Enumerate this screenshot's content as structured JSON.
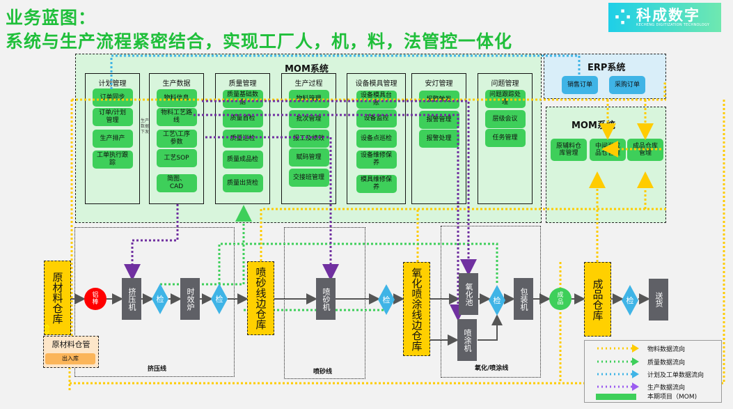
{
  "header": {
    "title_line1": "业务蓝图：",
    "title_line2": "系统与生产流程紧密结合，实现工厂人，机，料，法管控一体化"
  },
  "logo": {
    "name": "科成数字",
    "tagline": "KECHENG DIGITIZATION TECHNOLOGY"
  },
  "mom": {
    "title": "MOM系统",
    "side_note": "生产数据下发",
    "columns": [
      {
        "title": "计划管理",
        "items": [
          "订单同步",
          "订单/计划管理",
          "生产排产",
          "工单执行跟踪"
        ]
      },
      {
        "title": "生产数据",
        "items": [
          "物料信息",
          "物料工艺路线",
          "工艺\\工序参数",
          "工艺SOP",
          "简图、CAD"
        ]
      },
      {
        "title": "质量管理",
        "items": [
          "质量基础数据",
          "质量首检",
          "质量巡检",
          "质量成品检",
          "质量出货检"
        ]
      },
      {
        "title": "生产过程",
        "items": [
          "物料管理",
          "批次管理",
          "报工及绩效",
          "赋码管理",
          "交接班管理"
        ]
      },
      {
        "title": "设备模具管理",
        "items": [
          "设备模具台账",
          "设备监控",
          "设备点巡检",
          "设备维修保养",
          "模具维修保养"
        ]
      },
      {
        "title": "安灯管理",
        "items": [
          "报警触发",
          "报警管理",
          "报警处理"
        ]
      },
      {
        "title": "问题管理",
        "items": [
          "问题跟踪处理",
          "层级会议",
          "任务管理"
        ]
      }
    ]
  },
  "erp": {
    "title": "ERP系统",
    "items": [
      "销售订单",
      "采购订单"
    ]
  },
  "mom_wms": {
    "title": "MOM系统",
    "items": [
      "原辅料仓库管理",
      "中间半成品仓管理",
      "成品仓库管理"
    ]
  },
  "process": {
    "lines": [
      "挤压线",
      "喷砂线",
      "氧化/喷涂线"
    ],
    "raw_warehouse": "原材料仓库",
    "raw_mgmt": {
      "title": "原材料仓管",
      "button": "出入库"
    },
    "aluminum": "铝棒",
    "extruder": "挤压机",
    "inspect": "检",
    "aging_furnace": "时效炉",
    "sandblast_wh": "喷砂线边仓库",
    "sandblaster": "喷砂机",
    "oxidation_wh": "氧化喷涂线边仓库",
    "oxidation_tank": "氧化池",
    "sprayer": "喷涂机",
    "packer": "包装机",
    "finished": "成品",
    "finished_wh": "成品仓库",
    "delivery": "送货"
  },
  "legend": {
    "items": [
      {
        "label": "物料数据流向",
        "color": "#ffcc00"
      },
      {
        "label": "质量数据流向",
        "color": "#3ecf5a"
      },
      {
        "label": "计划及工单数据流向",
        "color": "#3fb4e6"
      },
      {
        "label": "生产数据流向",
        "color": "#9b5cf0"
      },
      {
        "label": "本期项目（MOM)",
        "color": "#3ecf5a"
      }
    ]
  },
  "colors": {
    "title": "#1fbf3a",
    "module": "#3ecf5a",
    "erp": "#3fb4e6",
    "warehouse": "#ffd000",
    "machine": "#5f6066",
    "purple_flow": "#7030a0"
  }
}
